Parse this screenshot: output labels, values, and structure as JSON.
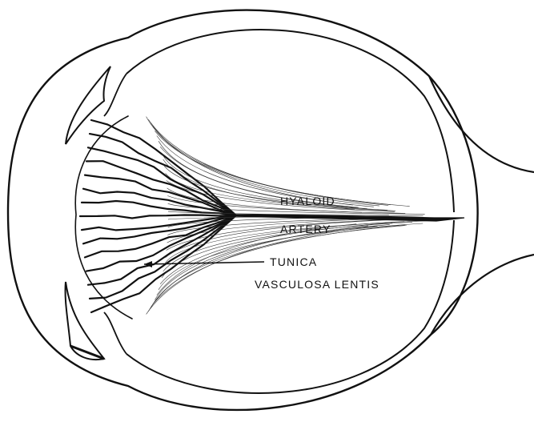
{
  "labels": {
    "hyaloid": "HYALOID",
    "artery": "ARTERY",
    "tunica": "TUNICA",
    "vasculosa": "VASCULOSA LENTIS"
  },
  "colors": {
    "ink": "#111111",
    "paper": "#ffffff"
  }
}
